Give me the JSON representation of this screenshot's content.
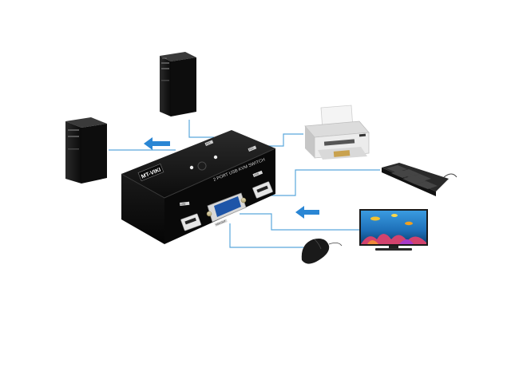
{
  "kvm": {
    "brand": "MT-VIKI",
    "model_label": "2 PORT USB KVM SWITCH",
    "port_labels": [
      "PC1",
      "PC2",
      "USB",
      "USB",
      "VGA OUT"
    ]
  },
  "colors": {
    "connector_line": "#5aa8dc",
    "arrow": "#2a86d4",
    "device_dark": "#141414",
    "monitor_screen": "#1d6fb8"
  },
  "icons": {
    "pc": "tower-computer-icon",
    "printer": "printer-icon",
    "keyboard": "keyboard-icon",
    "monitor": "monitor-icon",
    "mouse": "mouse-icon",
    "arrow": "arrow-left-icon"
  }
}
